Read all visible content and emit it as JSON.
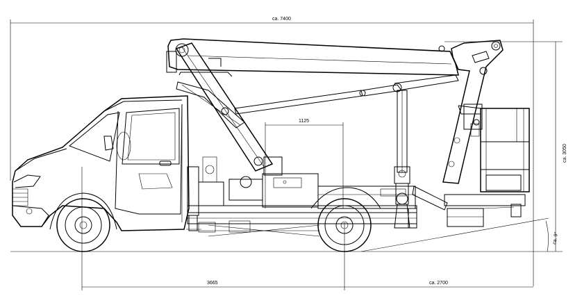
{
  "dimensions": {
    "overall_length": "ca. 7400",
    "overall_height": "ca. 3050",
    "platform_width": "1125",
    "wheelbase": "3665",
    "rear_overhang": "ca. 2700",
    "departure_angle": "ca. 9°"
  }
}
